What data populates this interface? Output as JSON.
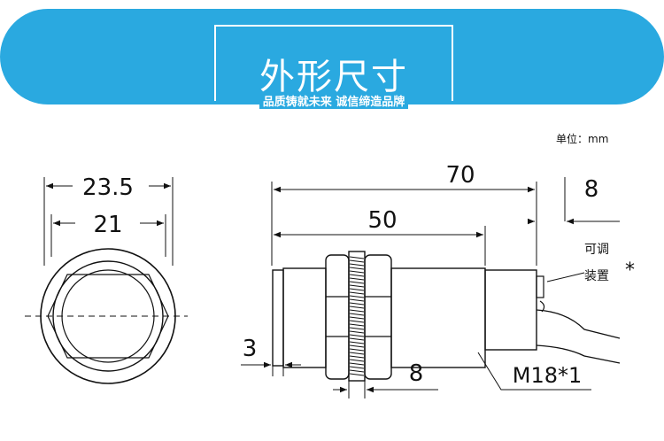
{
  "header": {
    "title": "外形尺寸",
    "subtitle": "品质铸就未来 诚信缔造品牌"
  },
  "unit_label": "单位：mm",
  "dimensions": {
    "outer_diameter": "23.5",
    "inner_diameter": "21",
    "total_length": "70",
    "thread_length": "50",
    "cable_offset": "8",
    "pin_length": "3",
    "nut_width": "8",
    "thread_spec": "M18*1"
  },
  "adjust_note": {
    "line1": "可调",
    "line2": "装置",
    "mark": "*"
  },
  "colors": {
    "banner": "#2aa9e0",
    "line": "#111111"
  }
}
